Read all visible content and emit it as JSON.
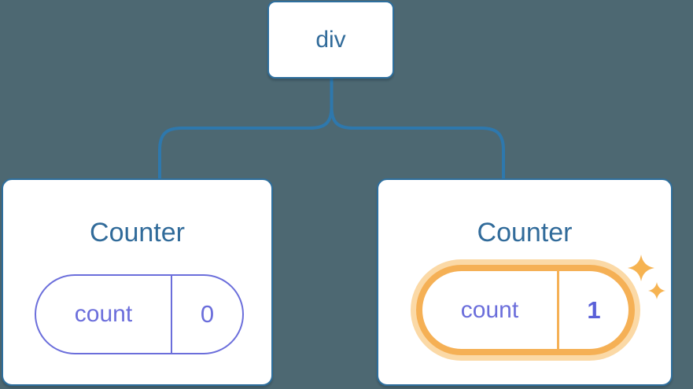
{
  "diagram": {
    "description": "React component tree: a div root with two Counter children, the second Counter's state was updated",
    "background_color": "#4d6872",
    "root": {
      "label": "div"
    },
    "children": [
      {
        "title": "Counter",
        "state_key": "count",
        "state_value": "0",
        "highlighted": false
      },
      {
        "title": "Counter",
        "state_key": "count",
        "state_value": "1",
        "highlighted": true
      }
    ],
    "colors": {
      "node_border": "#2e6f9e",
      "connector_line": "#2e78ad",
      "title_text": "#316b9a",
      "state_purple": "#6b6edb",
      "state_value_bold": "#5a60d8",
      "highlight_ring": "#f5b055",
      "highlight_halo": "#fbd9a6",
      "sparkle": "#f6b351"
    }
  }
}
